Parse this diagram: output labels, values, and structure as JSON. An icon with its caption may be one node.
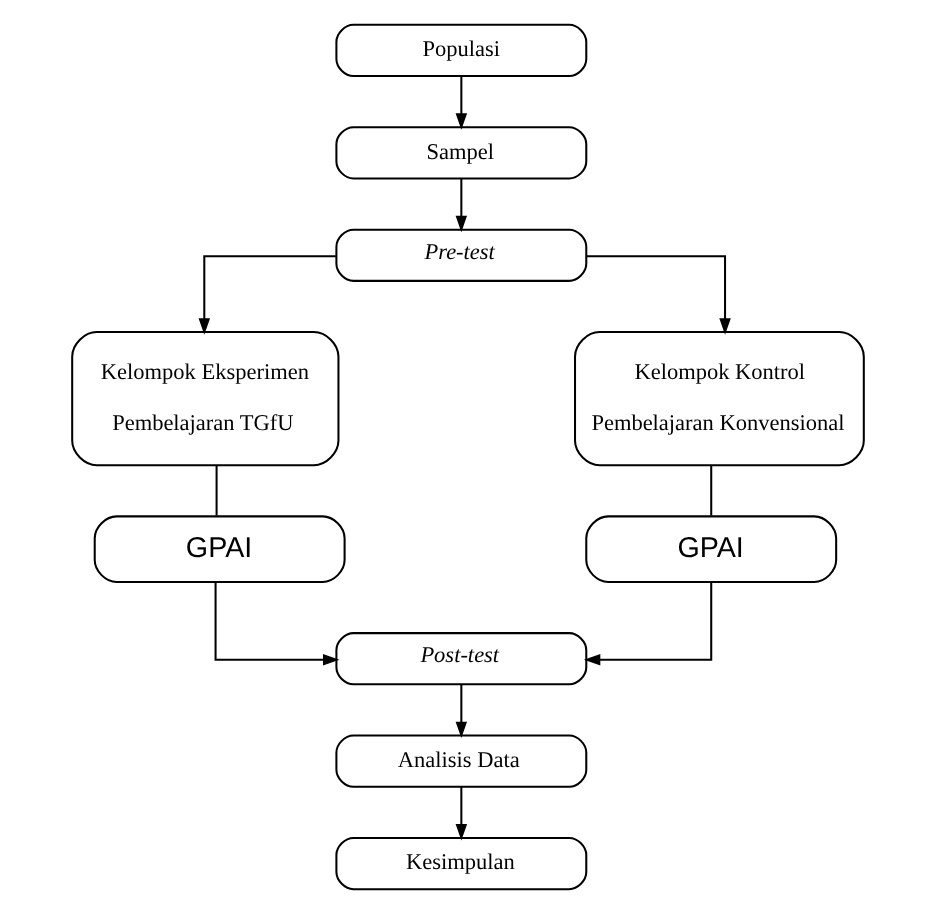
{
  "diagram": {
    "nodes": [
      {
        "text": [
          "Populasi"
        ]
      },
      {
        "text": [
          "Sampel"
        ]
      },
      {
        "text": [
          "Pre-test"
        ]
      },
      {
        "text": [
          "Kelompok Eksperimen",
          "Pembelajaran TGfU"
        ]
      },
      {
        "text": [
          "Kelompok Kontrol",
          "Pembelajaran Konvensional"
        ]
      },
      {
        "text": [
          "GPAI"
        ]
      },
      {
        "text": [
          "GPAI"
        ]
      },
      {
        "text": [
          "Post-test"
        ]
      },
      {
        "text": [
          "Analisis Data"
        ]
      },
      {
        "text": [
          "Kesimpulan"
        ]
      }
    ],
    "edges": [
      {
        "from": 0,
        "to": 1,
        "arrow": "to"
      },
      {
        "from": 1,
        "to": 2,
        "arrow": "to"
      },
      {
        "from": 2,
        "to": 3,
        "arrow": "to"
      },
      {
        "from": 2,
        "to": 4,
        "arrow": "to"
      },
      {
        "from": 3,
        "to": 5,
        "arrow": "none"
      },
      {
        "from": 4,
        "to": 6,
        "arrow": "none"
      },
      {
        "from": 5,
        "to": 7,
        "arrow": "to"
      },
      {
        "from": 6,
        "to": 7,
        "arrow": "to"
      },
      {
        "from": 7,
        "to": 8,
        "arrow": "to"
      },
      {
        "from": 8,
        "to": 9,
        "arrow": "to"
      }
    ]
  }
}
